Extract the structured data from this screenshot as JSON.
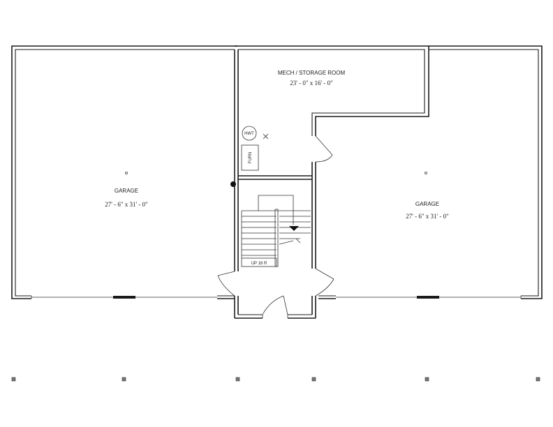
{
  "rooms": {
    "garage_left": {
      "name": "GARAGE",
      "size": "27' - 6\" x 31' - 0\""
    },
    "mech_storage": {
      "name": "MECH / STORAGE ROOM",
      "size": "23' - 0\" x 16' - 0\""
    },
    "garage_right": {
      "name": "GARAGE",
      "size": "27' - 6\" x 31' - 0\""
    }
  },
  "fixtures": {
    "water_heater": "HWT",
    "furnace": "FURN",
    "stair": "UP 18 R"
  }
}
